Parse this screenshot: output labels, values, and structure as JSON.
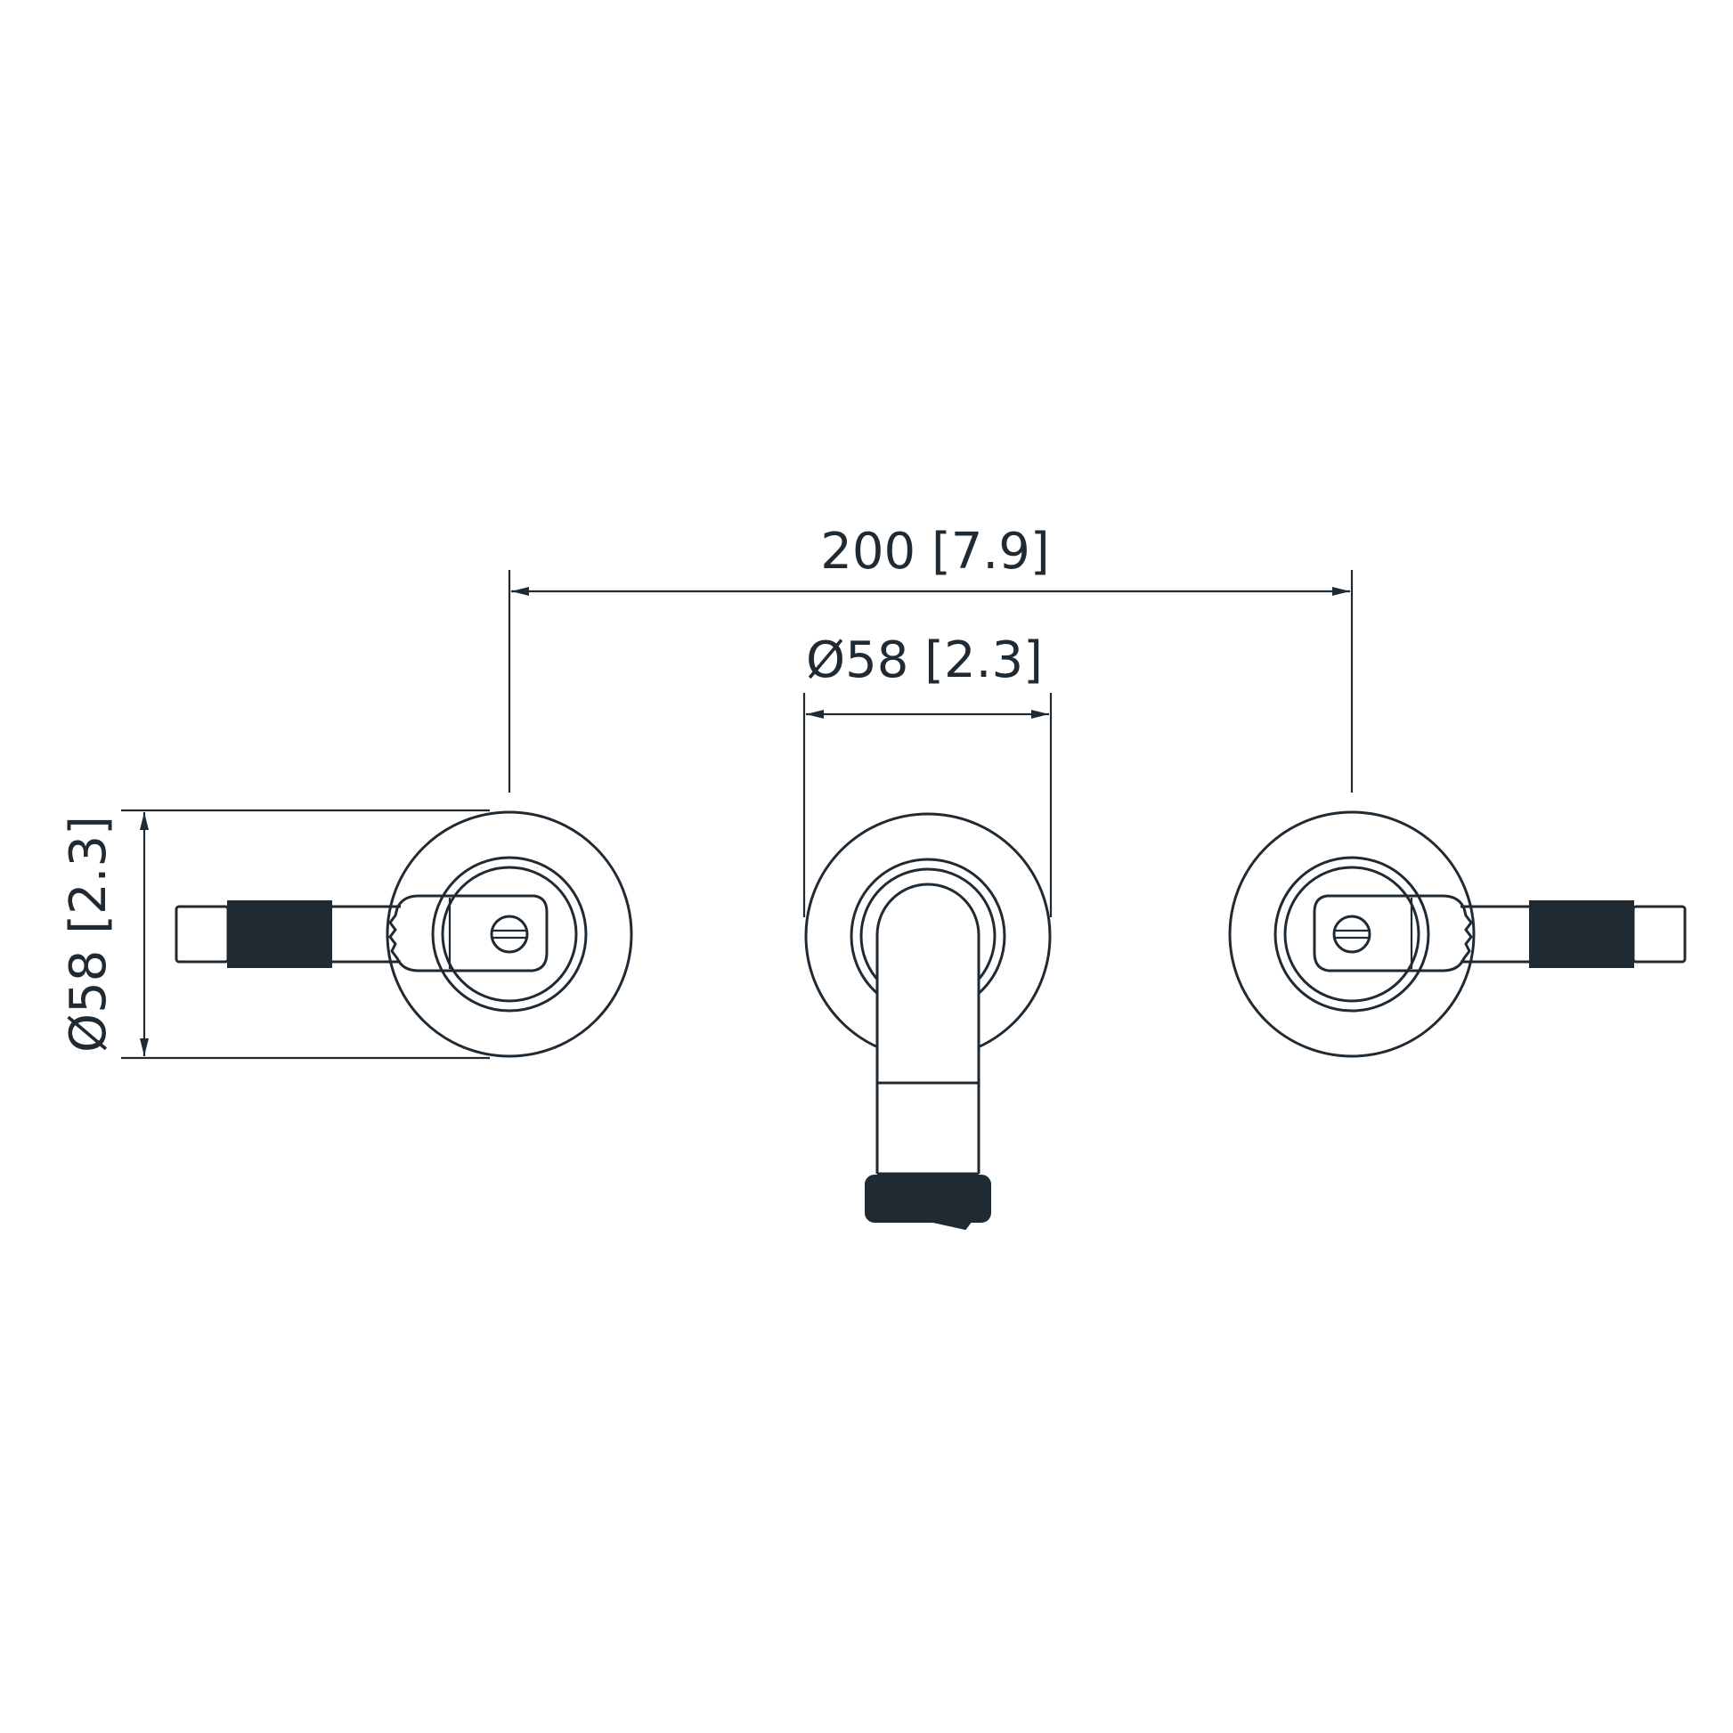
{
  "dimensions": {
    "spacing_label": "200 [7.9]",
    "spout_diameter_label": "Ø58 [2.3]",
    "handle_diameter_label": "Ø58 [2.3]"
  },
  "colors": {
    "line": "#1f2a33",
    "fill_dark": "#1f2a33",
    "background": "#ffffff"
  }
}
